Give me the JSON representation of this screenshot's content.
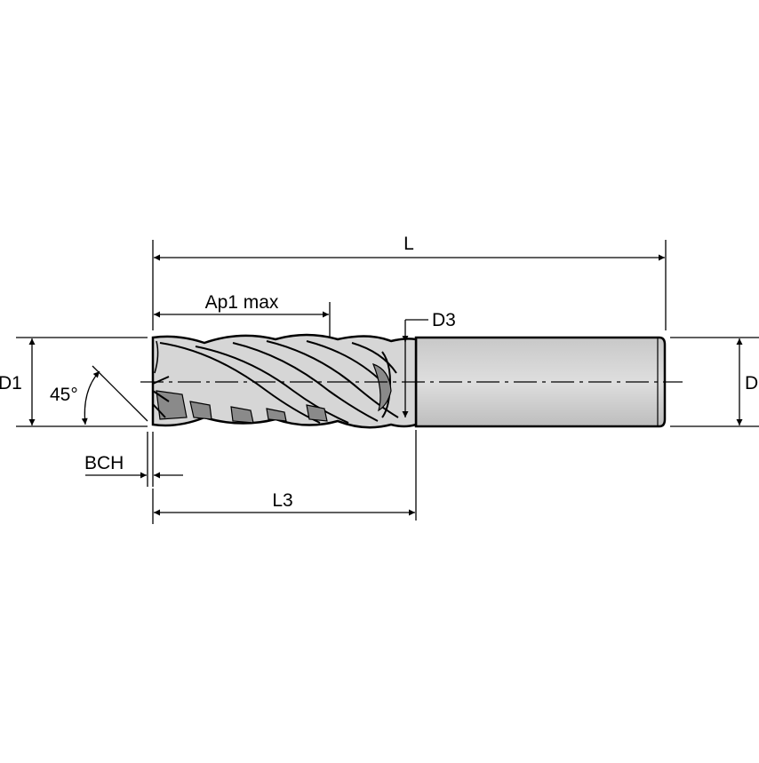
{
  "labels": {
    "overall_length": "L",
    "cutting_depth": "Ap1 max",
    "neck_diameter": "D3",
    "cutting_diameter": "D1",
    "shank_diameter": "D",
    "chamfer_angle": "45°",
    "chamfer": "BCH",
    "reach_length": "L3"
  },
  "colors": {
    "line": "#000000",
    "tool_fill": "#d3d3d3",
    "background": "#ffffff"
  }
}
